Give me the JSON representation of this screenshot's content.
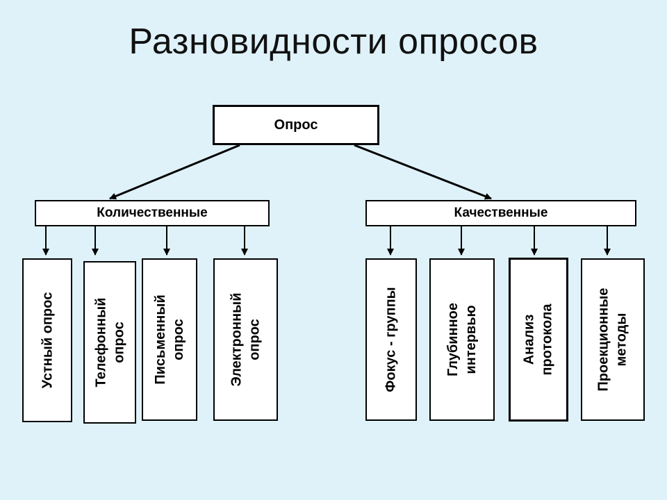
{
  "title": "Разновидности опросов",
  "root": "Опрос",
  "categories": {
    "left": {
      "label": "Количественные",
      "items": [
        "Устный опрос",
        "Телефонный\nопрос",
        "Письменный\nопрос",
        "Электронный\nопрос"
      ]
    },
    "right": {
      "label": "Качественные",
      "items": [
        "Фокус - группы",
        "Глубинное\nинтервью",
        "Анализ\nпротокола",
        "Проекционные\nметоды"
      ]
    }
  }
}
